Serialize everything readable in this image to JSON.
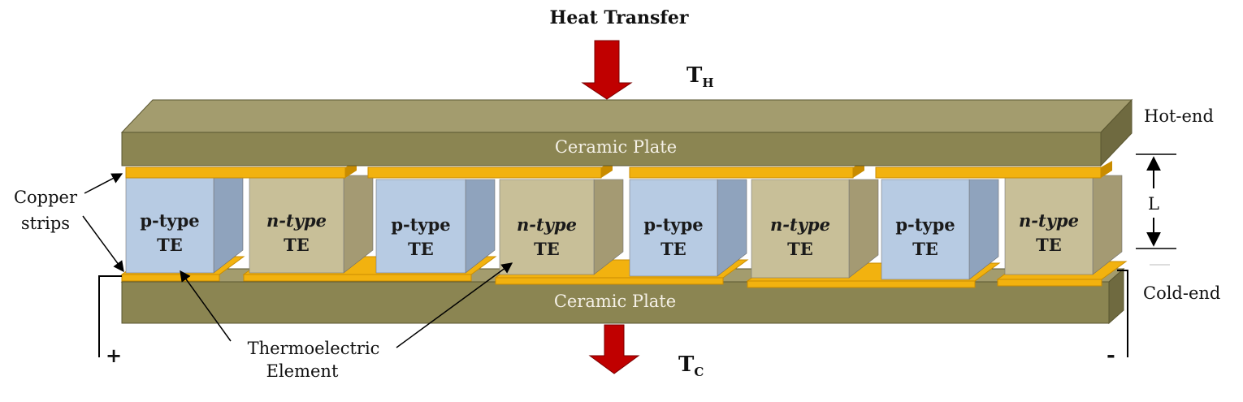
{
  "title": "Heat Transfer",
  "temps": {
    "hot": {
      "main": "T",
      "sub": "H"
    },
    "cold": {
      "main": "T",
      "sub": "C"
    }
  },
  "ends": {
    "hot": "Hot-end",
    "cold": "Cold-end"
  },
  "plates": {
    "top": "Ceramic Plate",
    "bottom": "Ceramic Plate"
  },
  "dimension_label": "L",
  "callouts": {
    "copper": [
      "Copper",
      "strips"
    ],
    "element": [
      "Thermoelectric",
      "Element"
    ]
  },
  "terminals": {
    "positive": "+",
    "negative": "-"
  },
  "elements": [
    {
      "type": "p-type",
      "suffix": "TE",
      "material": "p"
    },
    {
      "type": "n-type",
      "suffix": "TE",
      "material": "n"
    },
    {
      "type": "p-type",
      "suffix": "TE",
      "material": "p"
    },
    {
      "type": "n-type",
      "suffix": "TE",
      "material": "n"
    },
    {
      "type": "p-type",
      "suffix": "TE",
      "material": "p"
    },
    {
      "type": "n-type",
      "suffix": "TE",
      "material": "n"
    },
    {
      "type": "p-type",
      "suffix": "TE",
      "material": "p"
    },
    {
      "type": "n-type",
      "suffix": "TE",
      "material": "n"
    }
  ],
  "colors": {
    "plate_front": "#8b8552",
    "plate_top": "#a39c6e",
    "plate_side": "#6f6a40",
    "copper": "#f2b20f",
    "copper_dark": "#c98c00",
    "p_front": "#b7cbe3",
    "p_side": "#8fa3bd",
    "n_front": "#c8bf98",
    "n_side": "#a49a73",
    "arrow": "#c00000"
  }
}
